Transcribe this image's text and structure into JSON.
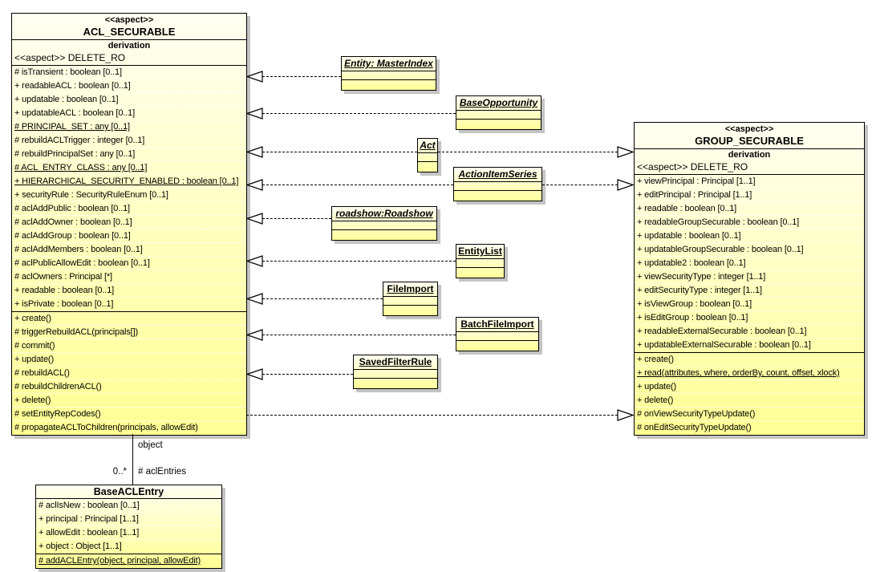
{
  "diagram": {
    "colors": {
      "background": "#FFFFFF",
      "box_border": "#000000",
      "box_fill_light": "#FFFFF2",
      "box_fill_dark": "#FFFF94",
      "shadow": "#949494",
      "text": "#000000"
    },
    "classes": [
      {
        "id": "acl_securable",
        "stereotype": "<<aspect>>",
        "name": "ACL_SECURABLE",
        "derivation_label": "derivation",
        "sub_stereotype": "<<aspect>> DELETE_RO",
        "attributes": [
          {
            "text": "# isTransient : boolean [0..1]",
            "underline": false
          },
          {
            "text": "+ readableACL : boolean [0..1]",
            "underline": false
          },
          {
            "text": "+ updatable : boolean [0..1]",
            "underline": false
          },
          {
            "text": "+ updatableACL : boolean [0..1]",
            "underline": false
          },
          {
            "text": "# PRINCIPAL_SET : any [0..1]",
            "underline": true
          },
          {
            "text": "# rebuildACLTrigger : integer [0..1]",
            "underline": false
          },
          {
            "text": "# rebuildPrincipalSet : any [0..1]",
            "underline": false
          },
          {
            "text": "# ACL_ENTRY_CLASS : any [0..1]",
            "underline": true
          },
          {
            "text": "+ HIERARCHICAL_SECURITY_ENABLED : boolean [0..1]",
            "underline": true
          },
          {
            "text": "+ securityRule : SecurityRuleEnum [0..1]",
            "underline": false
          },
          {
            "text": "# aclAddPublic : boolean [0..1]",
            "underline": false
          },
          {
            "text": "# aclAddOwner : boolean [0..1]",
            "underline": false
          },
          {
            "text": "# aclAddGroup : boolean [0..1]",
            "underline": false
          },
          {
            "text": "# aclAddMembers : boolean [0..1]",
            "underline": false
          },
          {
            "text": "# aclPublicAllowEdit : boolean [0..1]",
            "underline": false
          },
          {
            "text": "# aclOwners : Principal [*]",
            "underline": false
          },
          {
            "text": "+ readable : boolean [0..1]",
            "underline": false
          },
          {
            "text": "+ isPrivate : boolean [0..1]",
            "underline": false
          }
        ],
        "operations": [
          {
            "text": "+ create()",
            "underline": false
          },
          {
            "text": "# triggerRebuildACL(principals[])",
            "underline": false
          },
          {
            "text": "# commit()",
            "underline": false
          },
          {
            "text": "+ update()",
            "underline": false
          },
          {
            "text": "# rebuildACL()",
            "underline": false
          },
          {
            "text": "# rebuildChildrenACL()",
            "underline": false
          },
          {
            "text": "+ delete()",
            "underline": false
          },
          {
            "text": "# setEntityRepCodes()",
            "underline": false
          },
          {
            "text": "# propagateACLToChildren(principals, allowEdit)",
            "underline": false
          }
        ]
      },
      {
        "id": "group_securable",
        "stereotype": "<<aspect>>",
        "name": "GROUP_SECURABLE",
        "derivation_label": "derivation",
        "sub_stereotype": "<<aspect>> DELETE_RO",
        "attributes": [
          {
            "text": "+ viewPrincipal : Principal [1..1]",
            "underline": false
          },
          {
            "text": "+ editPrincipal : Principal [1..1]",
            "underline": false
          },
          {
            "text": "+ readable : boolean [0..1]",
            "underline": false
          },
          {
            "text": "+ readableGroupSecurable : boolean [0..1]",
            "underline": false
          },
          {
            "text": "+ updatable : boolean [0..1]",
            "underline": false
          },
          {
            "text": "+ updatableGroupSecurable : boolean [0..1]",
            "underline": false
          },
          {
            "text": "+ updatable2 : boolean [0..1]",
            "underline": false
          },
          {
            "text": "+ viewSecurityType : integer [1..1]",
            "underline": false
          },
          {
            "text": "+ editSecurityType : integer [1..1]",
            "underline": false
          },
          {
            "text": "+ isViewGroup : boolean [0..1]",
            "underline": false
          },
          {
            "text": "+ isEditGroup : boolean [0..1]",
            "underline": false
          },
          {
            "text": "+ readableExternalSecurable : boolean [0..1]",
            "underline": false
          },
          {
            "text": "+ updatableExternalSecurable : boolean [0..1]",
            "underline": false
          }
        ],
        "operations": [
          {
            "text": "+ create()",
            "underline": false
          },
          {
            "text": "+ read(attributes, where, orderBy, count, offset, xlock)",
            "underline": true
          },
          {
            "text": "+ update()",
            "underline": false
          },
          {
            "text": "+ delete()",
            "underline": false
          },
          {
            "text": "# onViewSecurityTypeUpdate()",
            "underline": false
          },
          {
            "text": "# onEditSecurityTypeUpdate()",
            "underline": false
          }
        ]
      },
      {
        "id": "base_acl_entry",
        "name": "BaseACLEntry",
        "attributes": [
          {
            "text": "# aclIsNew : boolean [0..1]",
            "underline": false
          },
          {
            "text": "+ principal : Principal [1..1]",
            "underline": false
          },
          {
            "text": "+ allowEdit : boolean [1..1]",
            "underline": false
          },
          {
            "text": "+ object : Object [1..1]",
            "underline": false
          }
        ],
        "operations": [
          {
            "text": "# addACLEntry(object, principal, allowEdit)",
            "underline": true
          }
        ]
      }
    ],
    "entities": [
      {
        "id": "master_index",
        "name": "Entity: MasterIndex",
        "abstract": true
      },
      {
        "id": "base_opportunity",
        "name": "BaseOpportunity",
        "abstract": true
      },
      {
        "id": "act",
        "name": "Act",
        "abstract": true
      },
      {
        "id": "action_item_series",
        "name": "ActionItemSeries",
        "abstract": true
      },
      {
        "id": "roadshow",
        "name": "roadshow:Roadshow",
        "abstract": true
      },
      {
        "id": "entity_list",
        "name": "EntityList",
        "abstract": false
      },
      {
        "id": "file_import",
        "name": "FileImport",
        "abstract": false
      },
      {
        "id": "batch_file_import",
        "name": "BatchFileImport",
        "abstract": false
      },
      {
        "id": "saved_filter_rule",
        "name": "SavedFilterRule",
        "abstract": false
      }
    ],
    "association": {
      "role_top": "object",
      "multiplicity": "0..*",
      "role_bottom": "# aclEntries"
    },
    "relations": [
      {
        "from": "Entity: MasterIndex",
        "to": "ACL_SECURABLE",
        "type": "realization"
      },
      {
        "from": "BaseOpportunity",
        "to": "ACL_SECURABLE",
        "type": "realization"
      },
      {
        "from": "Act",
        "to": "ACL_SECURABLE",
        "type": "realization"
      },
      {
        "from": "Act",
        "to": "GROUP_SECURABLE",
        "type": "realization"
      },
      {
        "from": "ActionItemSeries",
        "to": "ACL_SECURABLE",
        "type": "realization"
      },
      {
        "from": "ActionItemSeries",
        "to": "GROUP_SECURABLE",
        "type": "realization"
      },
      {
        "from": "roadshow:Roadshow",
        "to": "ACL_SECURABLE",
        "type": "realization"
      },
      {
        "from": "EntityList",
        "to": "ACL_SECURABLE",
        "type": "realization"
      },
      {
        "from": "FileImport",
        "to": "ACL_SECURABLE",
        "type": "realization"
      },
      {
        "from": "BatchFileImport",
        "to": "ACL_SECURABLE",
        "type": "realization"
      },
      {
        "from": "SavedFilterRule",
        "to": "ACL_SECURABLE",
        "type": "realization"
      },
      {
        "from": "ACL_SECURABLE",
        "to": "GROUP_SECURABLE",
        "type": "realization"
      },
      {
        "from": "ACL_SECURABLE",
        "to": "BaseACLEntry",
        "type": "association"
      }
    ]
  }
}
